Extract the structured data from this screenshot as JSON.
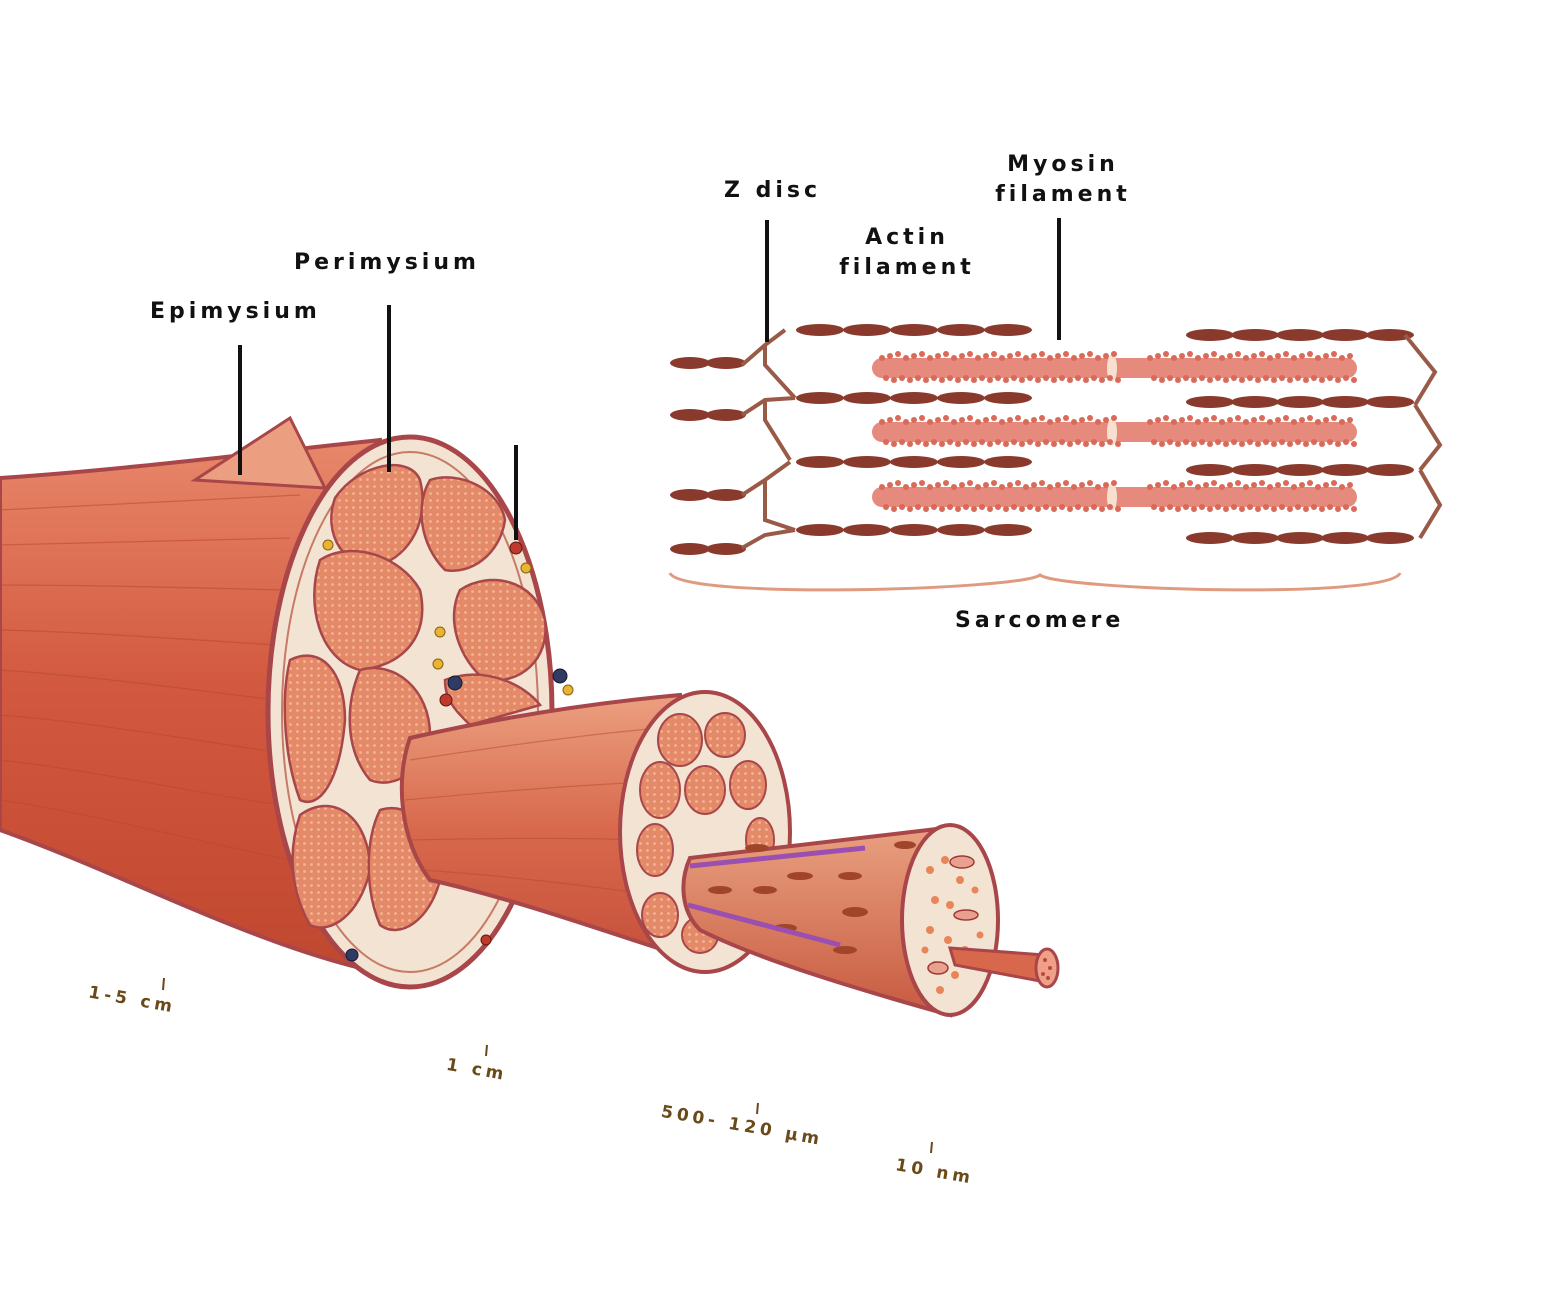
{
  "labels": {
    "epimysium": "Epimysium",
    "perimysium": "Perimysium",
    "z_disc": "Z disc",
    "actin_line1": "Actin",
    "actin_line2": "filament",
    "myosin_line1": "Myosin",
    "myosin_line2": "filament",
    "sarcomere": "Sarcomere"
  },
  "scale_labels": {
    "muscle": "1-5 cm",
    "fascicle": "1 cm",
    "fiber": "500- 120 µm",
    "myofibril": "10 nm"
  },
  "colors": {
    "muscle": "#d0583f",
    "muscle_dark": "#b0402f",
    "outline": "#a8464a",
    "tissue": "#f3e3d3",
    "fiber": "#e07c5c",
    "actin": "#8a3a2c",
    "myosin": "#e58a7c",
    "zdisc": "#9a5a48",
    "brace": "#e09a80",
    "scale_text": "#6b4a1a"
  }
}
